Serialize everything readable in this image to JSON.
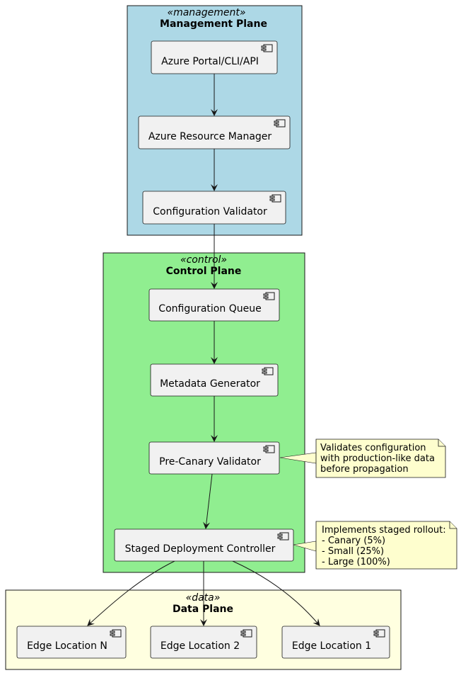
{
  "packages": {
    "management": {
      "stereotype": "«management»",
      "title": "Management Plane",
      "color": "#ADD8E6"
    },
    "control": {
      "stereotype": "«control»",
      "title": "Control Plane",
      "color": "#90EE90"
    },
    "data": {
      "stereotype": "«data»",
      "title": "Data Plane",
      "color": "#FFFFE0"
    }
  },
  "components": {
    "portal": "Azure Portal/CLI/API",
    "arm": "Azure Resource Manager",
    "config_validator": "Configuration Validator",
    "config_queue": "Configuration Queue",
    "metadata_generator": "Metadata Generator",
    "pre_canary_validator": "Pre-Canary Validator",
    "staged_controller": "Staged Deployment Controller",
    "edge_n": "Edge Location N",
    "edge_2": "Edge Location 2",
    "edge_1": "Edge Location 1"
  },
  "notes": {
    "pre_canary": [
      "Validates configuration",
      "with production-like data",
      "before propagation"
    ],
    "staged": [
      "Implements staged rollout:",
      "- Canary (5%)",
      "- Small (25%)",
      "- Large (100%)"
    ]
  },
  "colors": {
    "component_fill": "#F1F1F1",
    "component_border": "#181818",
    "note_fill": "#FEFECE",
    "arrow": "#181818"
  }
}
